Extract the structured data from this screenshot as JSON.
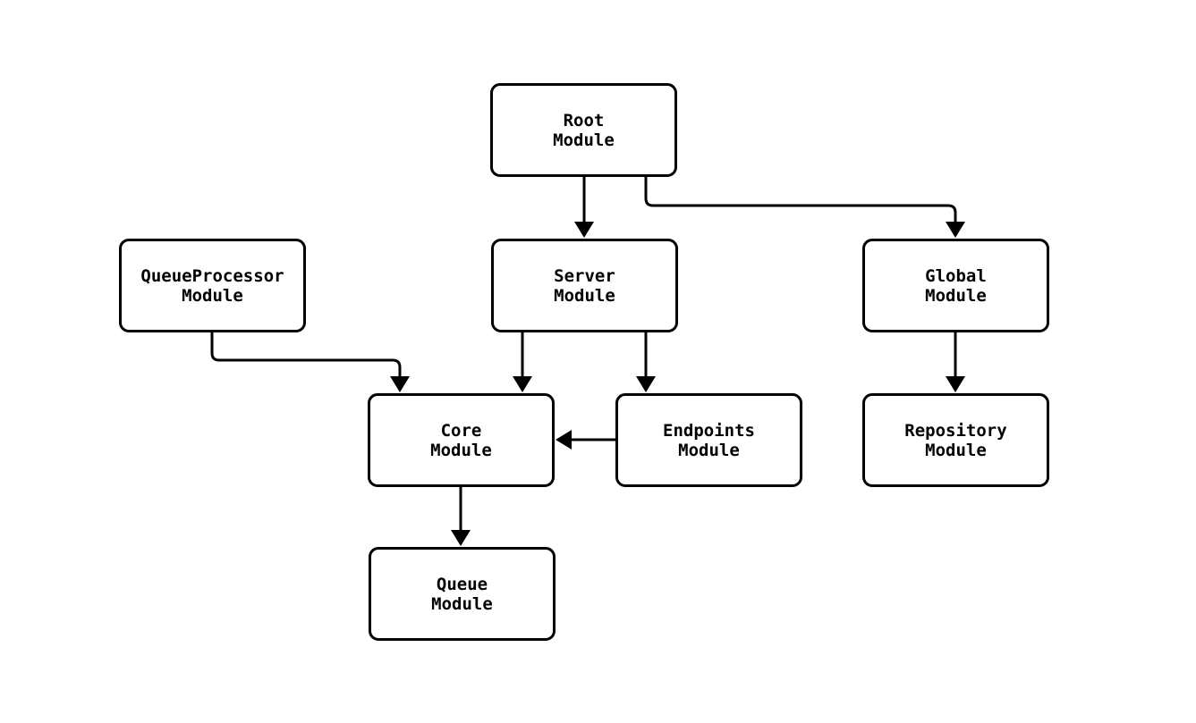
{
  "diagram": {
    "colors": {
      "background": "#ffffff",
      "node_fill": "#ffffff",
      "node_border": "#000000",
      "edge_stroke": "#000000",
      "text": "#000000"
    },
    "nodes": [
      {
        "id": "root",
        "label": "Root\nModule"
      },
      {
        "id": "queueprocessor",
        "label": "QueueProcessor\nModule"
      },
      {
        "id": "server",
        "label": "Server\nModule"
      },
      {
        "id": "global",
        "label": "Global\nModule"
      },
      {
        "id": "core",
        "label": "Core\nModule"
      },
      {
        "id": "endpoints",
        "label": "Endpoints\nModule"
      },
      {
        "id": "repository",
        "label": "Repository\nModule"
      },
      {
        "id": "queue",
        "label": "Queue\nModule"
      }
    ],
    "edges": [
      {
        "from": "root",
        "to": "server"
      },
      {
        "from": "root",
        "to": "global"
      },
      {
        "from": "queueprocessor",
        "to": "core"
      },
      {
        "from": "server",
        "to": "core"
      },
      {
        "from": "server",
        "to": "endpoints"
      },
      {
        "from": "endpoints",
        "to": "core"
      },
      {
        "from": "global",
        "to": "repository"
      },
      {
        "from": "core",
        "to": "queue"
      }
    ]
  }
}
